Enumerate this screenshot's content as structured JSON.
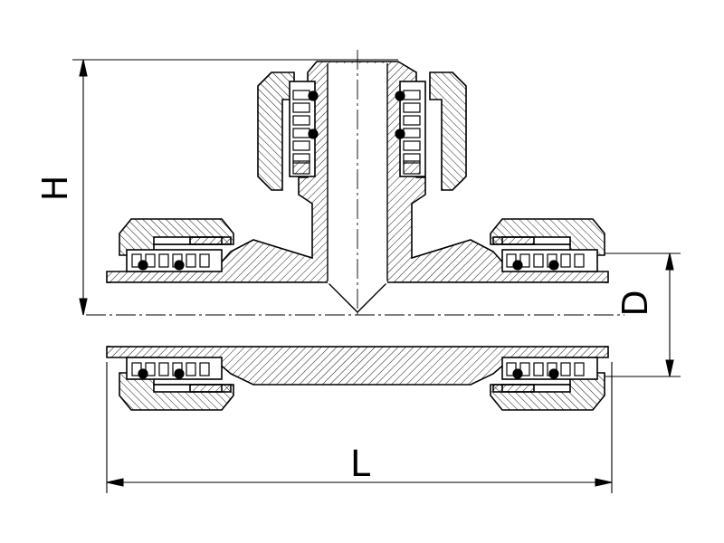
{
  "diagram": {
    "title": "",
    "dimension_labels": {
      "height": "H",
      "diameter": "D",
      "length": "L"
    },
    "colors": {
      "ink": "#000000",
      "paper": "#ffffff"
    }
  }
}
